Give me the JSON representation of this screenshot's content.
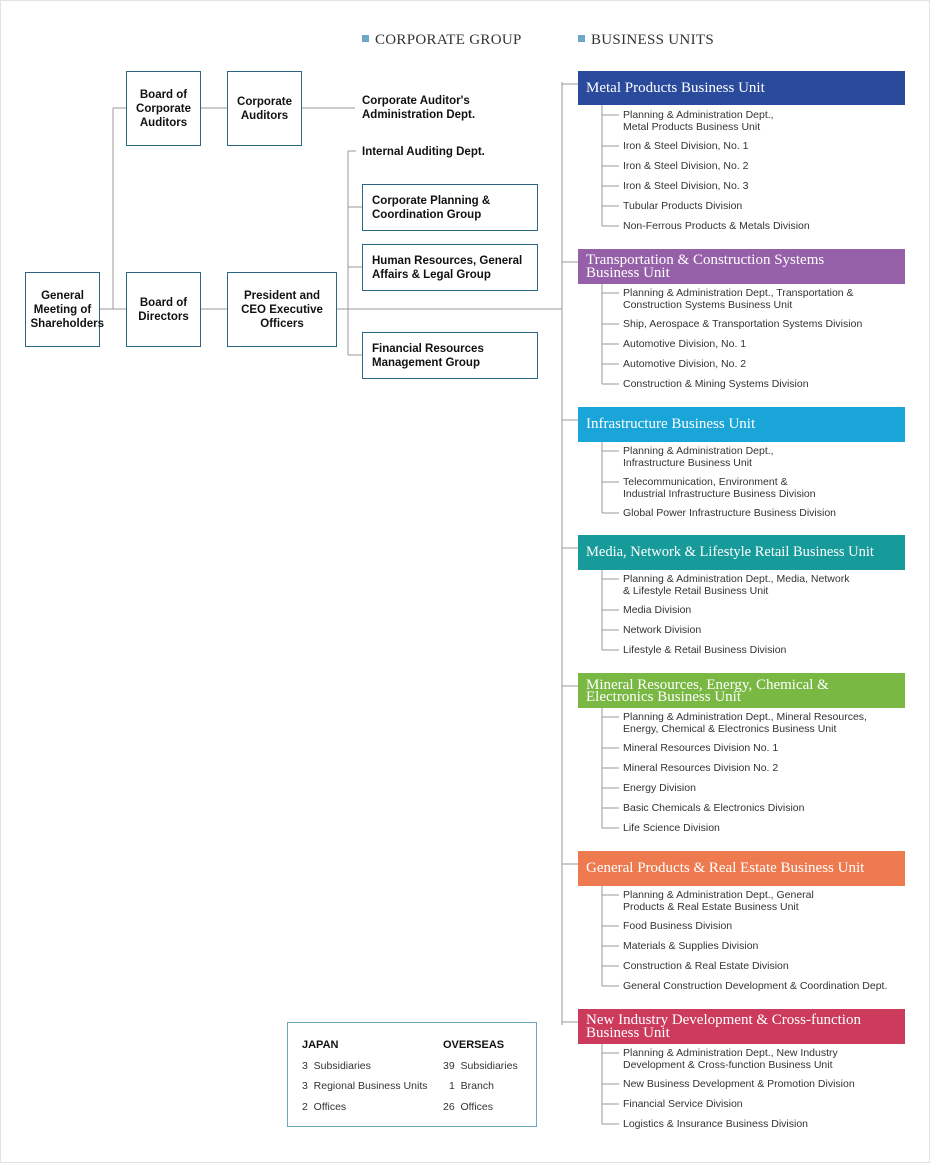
{
  "headers": {
    "corporate_group": "CORPORATE GROUP",
    "business_units": "BUSINESS UNITS"
  },
  "colors": {
    "box_border": "#2c6685",
    "connector": "#9a9a9a",
    "header_marker": "#6aa8c6"
  },
  "corporate": {
    "general_meeting": "General Meeting of Shareholders",
    "board_of_corporate_auditors": "Board of Corporate Auditors",
    "corporate_auditors": "Corporate Auditors",
    "auditor_admin_dept": "Corporate Auditor's Administration Dept.",
    "board_of_directors": "Board of Directors",
    "president_ceo": "President and CEO Executive Officers",
    "internal_auditing": "Internal Auditing Dept.",
    "corporate_planning": "Corporate Planning & Coordination Group",
    "human_resources": "Human Resources, General Affairs & Legal Group",
    "financial_resources": "Financial Resources Management Group"
  },
  "units": [
    {
      "name": "Metal Products Business Unit",
      "color": "#2a4a9c",
      "divisions": [
        "Planning & Administration Dept., Metal Products Business Unit",
        "Iron & Steel Division, No. 1",
        "Iron & Steel Division, No. 2",
        "Iron & Steel Division, No. 3",
        "Tubular Products Division",
        "Non-Ferrous Products & Metals Division"
      ]
    },
    {
      "name": "Transportation & Construction Systems Business Unit",
      "color": "#9660a8",
      "divisions": [
        "Planning & Administration Dept., Transportation & Construction Systems Business Unit",
        "Ship, Aerospace & Transportation Systems Division",
        "Automotive Division, No. 1",
        "Automotive Division, No. 2",
        "Construction & Mining Systems Division"
      ]
    },
    {
      "name": "Infrastructure Business Unit",
      "color": "#1aa5d9",
      "divisions": [
        "Planning & Administration Dept., Infrastructure Business Unit",
        "Telecommunication, Environment & Industrial Infrastructure Business Division",
        "Global Power Infrastructure Business Division"
      ]
    },
    {
      "name": "Media, Network & Lifestyle Retail Business Unit",
      "color": "#179a9a",
      "divisions": [
        "Planning & Administration Dept., Media, Network & Lifestyle Retail Business Unit",
        "Media Division",
        "Network Division",
        "Lifestyle & Retail Business Division"
      ]
    },
    {
      "name": "Mineral Resources, Energy, Chemical & Electronics Business Unit",
      "color": "#7ab844",
      "divisions": [
        "Planning & Administration Dept., Mineral Resources, Energy, Chemical & Electronics Business Unit",
        "Mineral Resources Division No. 1",
        "Mineral Resources Division No. 2",
        "Energy Division",
        "Basic Chemicals & Electronics Division",
        "Life Science Division"
      ]
    },
    {
      "name": "General Products & Real Estate Business Unit",
      "color": "#ee7a50",
      "divisions": [
        "Planning & Administration Dept., General Products & Real Estate Business Unit",
        "Food Business Division",
        "Materials & Supplies Division",
        "Construction & Real Estate Division",
        "General Construction Development & Coordination Dept."
      ]
    },
    {
      "name": "New Industry Development & Cross-function Business Unit",
      "color": "#cc3a5c",
      "divisions": [
        "Planning & Administration Dept., New Industry Development & Cross-function Business Unit",
        "New Business Development & Promotion Division",
        "Financial Service Division",
        "Logistics & Insurance Business Division"
      ]
    }
  ],
  "network": {
    "japan": {
      "title": "JAPAN",
      "rows": [
        "3  Subsidiaries",
        "3  Regional Business Units",
        "2  Offices"
      ]
    },
    "overseas": {
      "title": "OVERSEAS",
      "rows": [
        "39  Subsidiaries",
        "1  Branch",
        "26  Offices"
      ]
    }
  }
}
